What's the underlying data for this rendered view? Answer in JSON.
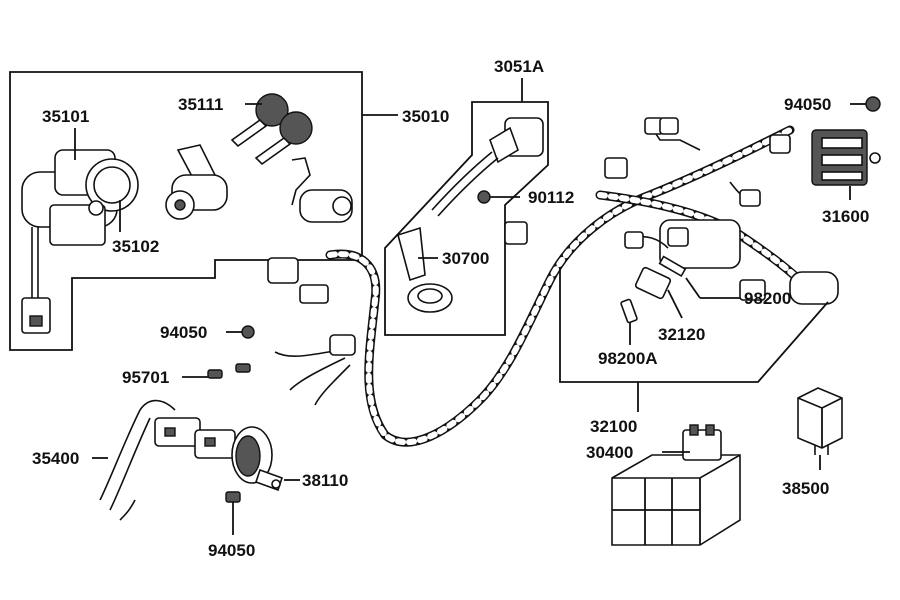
{
  "labels": {
    "p35101": "35101",
    "p35111": "35111",
    "p35010": "35010",
    "p35102": "35102",
    "p3051A": "3051A",
    "p90112": "90112",
    "p30700": "30700",
    "p94050_top": "94050",
    "p31600": "31600",
    "p98200": "98200",
    "p32120": "32120",
    "p98200A": "98200A",
    "p94050_mid": "94050",
    "p95701": "95701",
    "p32100": "32100",
    "p30400": "30400",
    "p38500": "38500",
    "p35400": "35400",
    "p38110": "38110",
    "p94050_bot": "94050"
  },
  "colors": {
    "ink": "#111111",
    "background": "#ffffff"
  }
}
